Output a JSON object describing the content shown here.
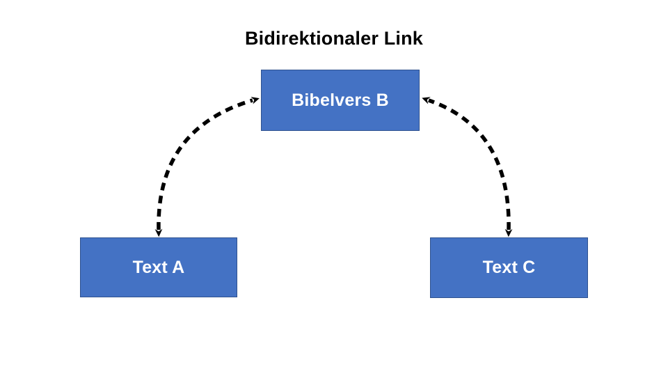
{
  "slide": {
    "title": "Bidirektionaler Link"
  },
  "diagram": {
    "nodes": [
      {
        "id": "bibelvers-b",
        "label": "Bibelvers B"
      },
      {
        "id": "text-a",
        "label": "Text A"
      },
      {
        "id": "text-c",
        "label": "Text C"
      }
    ],
    "links": [
      {
        "from": "text-a",
        "to": "bibelvers-b",
        "type": "bidirectional",
        "style": "dashed-curve"
      },
      {
        "from": "bibelvers-b",
        "to": "text-c",
        "type": "bidirectional",
        "style": "dashed-curve"
      }
    ]
  },
  "colors": {
    "background": "#FFFFFF",
    "node_fill": "#4472C4",
    "node_border": "#2F528F",
    "node_text": "#FFFFFF",
    "title_text": "#000000",
    "arrow": "#000000"
  }
}
